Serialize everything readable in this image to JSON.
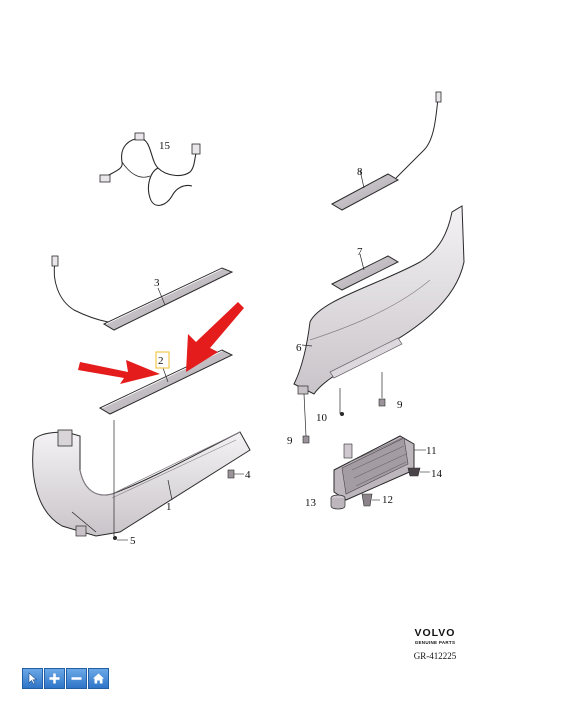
{
  "diagram": {
    "callouts": [
      {
        "id": "c15",
        "label": "15"
      },
      {
        "id": "c3",
        "label": "3"
      },
      {
        "id": "c2",
        "label": "2"
      },
      {
        "id": "c4",
        "label": "4"
      },
      {
        "id": "c1",
        "label": "1"
      },
      {
        "id": "c5",
        "label": "5"
      },
      {
        "id": "c8",
        "label": "8"
      },
      {
        "id": "c7",
        "label": "7"
      },
      {
        "id": "c6",
        "label": "6"
      },
      {
        "id": "c10",
        "label": "10"
      },
      {
        "id": "c9a",
        "label": "9"
      },
      {
        "id": "c9b",
        "label": "9"
      },
      {
        "id": "c11",
        "label": "11"
      },
      {
        "id": "c14",
        "label": "14"
      },
      {
        "id": "c13",
        "label": "13"
      },
      {
        "id": "c12",
        "label": "12"
      }
    ],
    "highlighted_callout": "2",
    "arrow_color": "#e51c1c",
    "highlight_color": "#f2c94c",
    "line_color": "#2a2a2a"
  },
  "branding": {
    "brand": "VOLVO",
    "subtitle": "GENUINE PARTS",
    "diagram_id": "GR-412225"
  },
  "toolbar": {
    "buttons": [
      {
        "name": "select-tool-button",
        "icon": "cursor-icon"
      },
      {
        "name": "zoom-in-button",
        "icon": "plus-icon"
      },
      {
        "name": "zoom-out-button",
        "icon": "minus-icon"
      },
      {
        "name": "home-button",
        "icon": "home-icon"
      }
    ],
    "button_color": "#3a82d6"
  }
}
